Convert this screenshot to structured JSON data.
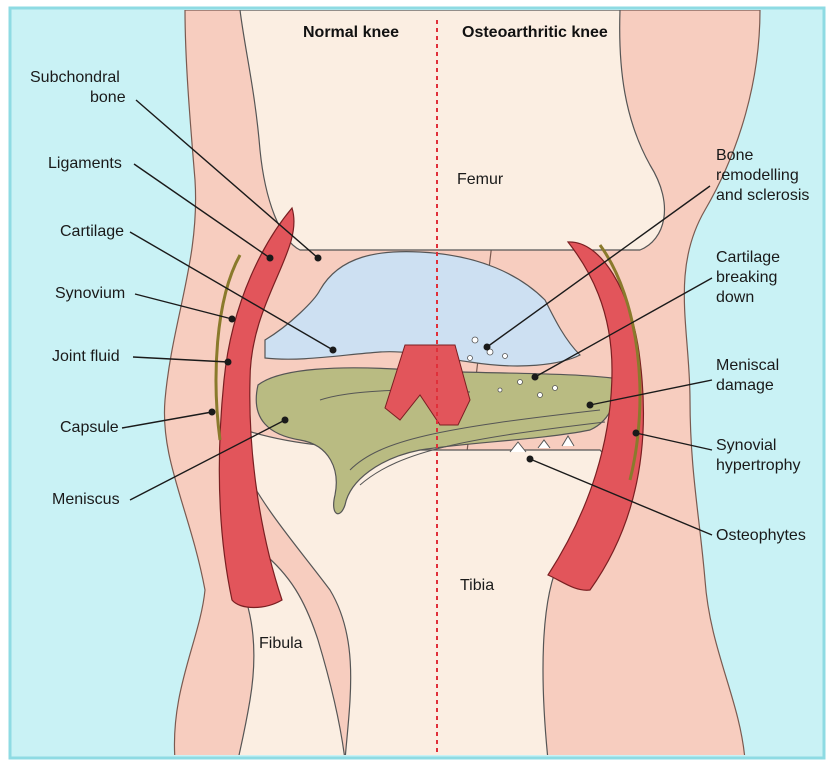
{
  "headers": {
    "normal": "Normal knee",
    "osteoarthritic": "Osteoarthritic knee"
  },
  "labels": {
    "subchondral_line1": "Subchondral",
    "subchondral_line2": "bone",
    "ligaments": "Ligaments",
    "cartilage": "Cartilage",
    "synovium": "Synovium",
    "joint_fluid": "Joint fluid",
    "capsule": "Capsule",
    "meniscus": "Meniscus",
    "femur": "Femur",
    "tibia": "Tibia",
    "fibula": "Fibula",
    "bone_remodelling_line1": "Bone",
    "bone_remodelling_line2": "remodelling",
    "bone_remodelling_line3": "and sclerosis",
    "cartilage_breaking_line1": "Cartilage",
    "cartilage_breaking_line2": "breaking",
    "cartilage_breaking_line3": "down",
    "meniscal_damage_line1": "Meniscal",
    "meniscal_damage_line2": "damage",
    "synovial_hypertrophy_line1": "Synovial",
    "synovial_hypertrophy_line2": "hypertrophy",
    "osteophytes": "Osteophytes"
  },
  "colors": {
    "background": "#c9f2f5",
    "border": "#8edbe3",
    "bone": "#fbeee2",
    "soft_tissue": "#f7cdbf",
    "cartilage": "#cde0f2",
    "ligament": "#e2555b",
    "meniscus": "#b9bb82",
    "synovium": "#8a7a2c",
    "divider": "#e0303a"
  }
}
